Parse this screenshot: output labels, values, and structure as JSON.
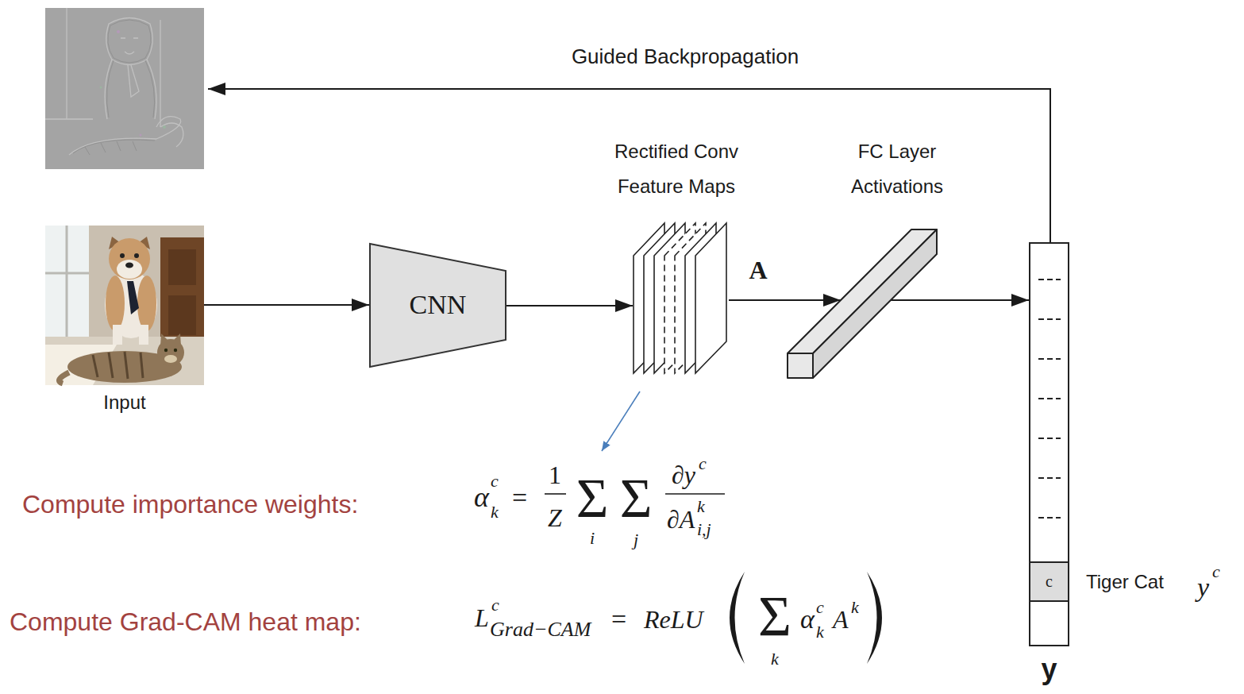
{
  "diagram": {
    "nodes": [
      {
        "text": [
          "Input"
        ]
      },
      {
        "text": [
          "CNN"
        ]
      },
      {
        "text": [
          "Rectified Conv Feature Maps"
        ]
      },
      {
        "text": [
          "FC Layer Activations"
        ]
      },
      {
        "text": [
          "y"
        ]
      },
      {
        "text": [
          "c"
        ],
        "in": 4
      }
    ],
    "edges": [
      {
        "from": 0,
        "to": 1,
        "arrow": "to"
      },
      {
        "from": 1,
        "to": 2,
        "arrow": "to"
      },
      {
        "from": 2,
        "to": 3,
        "label": "A",
        "arrow": "to"
      },
      {
        "from": 3,
        "to": 4,
        "arrow": "to"
      }
    ],
    "labels": [
      "Guided Backpropagation",
      "Tiger Cat",
      "y",
      "c",
      "Compute importance weights:",
      "α",
      "c",
      "k",
      "=",
      "1",
      "Z",
      "Σ",
      "i",
      "Σ",
      "j",
      "∂y",
      "c",
      "∂A",
      "k",
      "i,j",
      "Compute Grad-CAM heat map:",
      "L",
      "c",
      "Grad−CAM",
      "=",
      "ReLU",
      "Σ",
      "k",
      "α",
      "c",
      "k",
      "A",
      "k"
    ]
  }
}
